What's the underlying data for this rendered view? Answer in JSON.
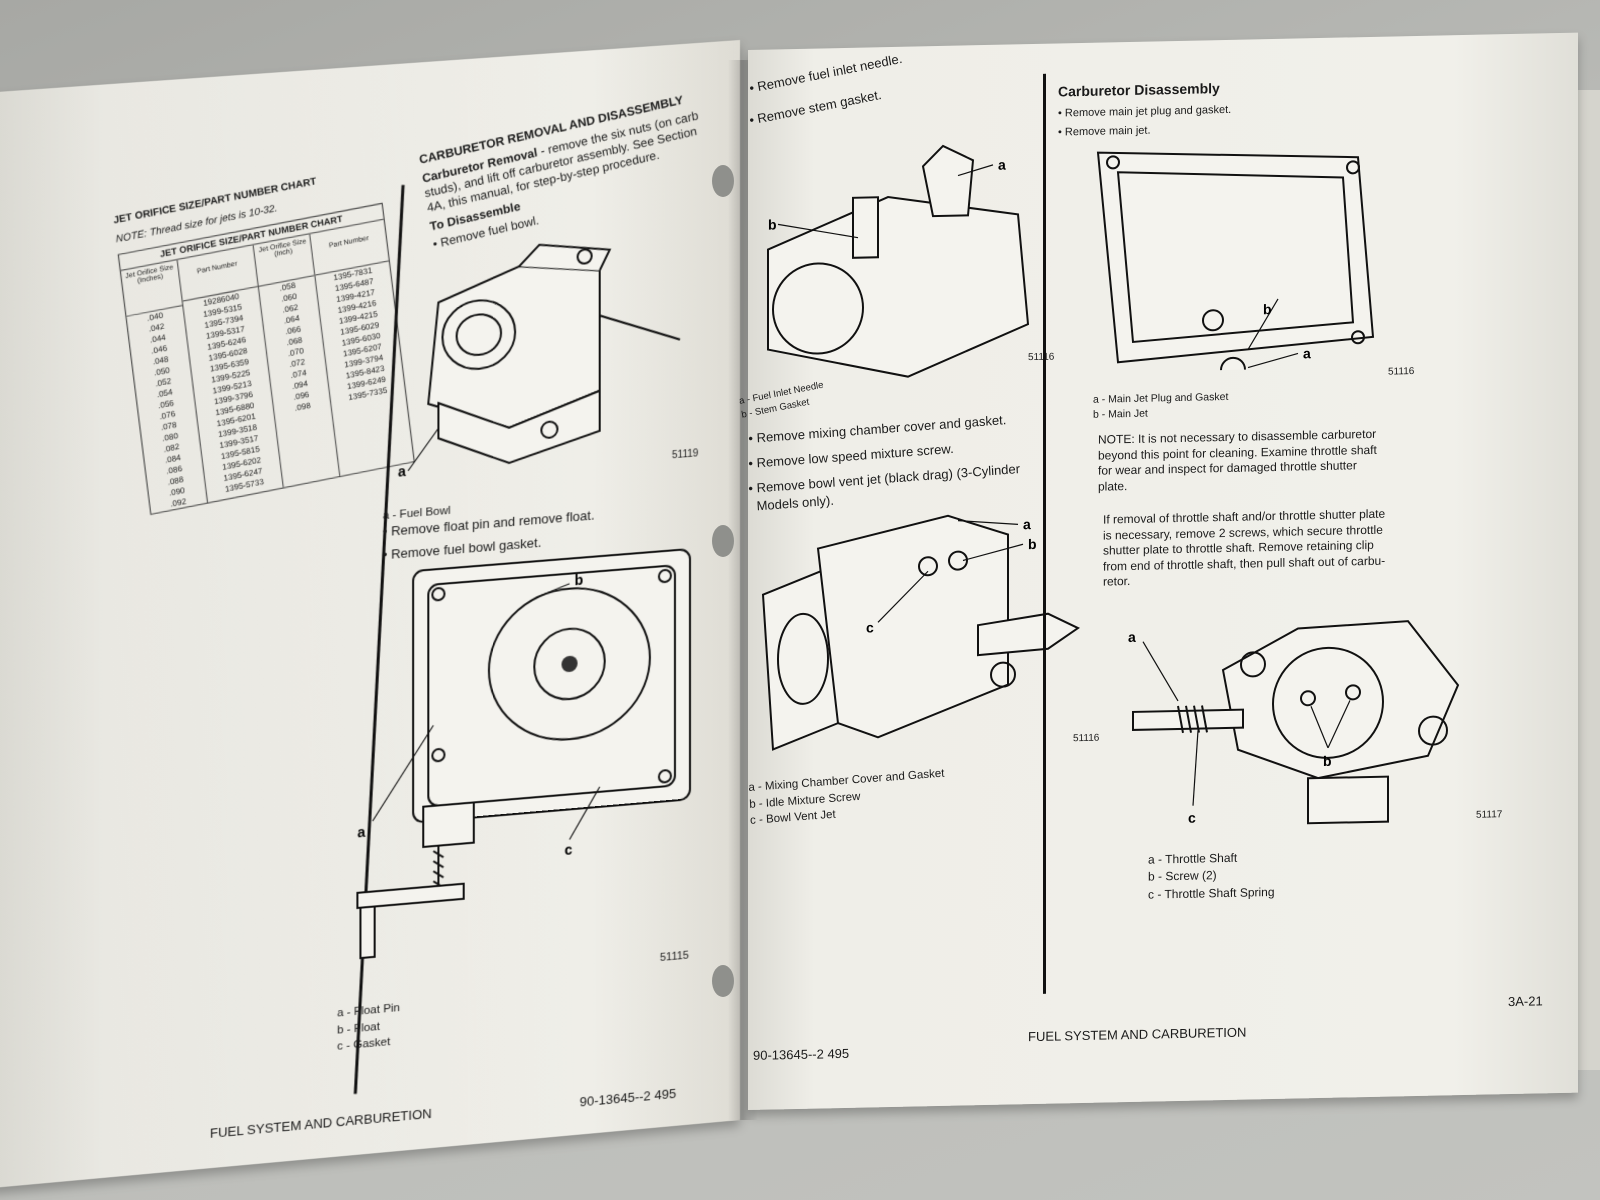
{
  "left_page": {
    "chart": {
      "title": "JET ORIFICE SIZE/PART NUMBER CHART",
      "note": "NOTE: Thread size for jets is 10-32.",
      "table_title": "JET ORIFICE SIZE/PART NUMBER CHART",
      "headers": [
        "Jet Orifice Size (Inches)",
        "Part Number",
        "Jet Orifice Size (Inch)",
        "Part Number"
      ],
      "col1": [
        ".040",
        ".042",
        ".044",
        ".046",
        ".048",
        ".050",
        ".052",
        ".054",
        ".056",
        ".076",
        ".078",
        ".080",
        ".082",
        ".084",
        ".086",
        ".088",
        ".090",
        ".092"
      ],
      "col2": [
        "19286040",
        "1399-5315",
        "1395-7394",
        "1399-5317",
        "1395-6246",
        "1395-6028",
        "1395-6359",
        "1399-5225",
        "1399-5213",
        "1399-3796",
        "1395-6880",
        "1395-6201",
        "1399-3518",
        "1399-3517",
        "1395-5815",
        "1395-6202",
        "1395-6247",
        "1395-5733"
      ],
      "col3": [
        ".058",
        ".060",
        ".062",
        ".064",
        ".066",
        ".068",
        ".070",
        ".072",
        ".074",
        ".094",
        ".096",
        ".098"
      ],
      "col4": [
        "1395-7831",
        "1395-6487",
        "1399-4217",
        "1399-4216",
        "1399-4215",
        "1395-6029",
        "1395-6030",
        "1395-6207",
        "1399-3794",
        "1395-8423",
        "1399-6249",
        "1395-7335"
      ]
    },
    "section_title": "CARBURETOR REMOVAL AND DISASSEMBLY",
    "removal_label": "Carburetor Removal",
    "removal_text_1": " - remove the six nuts (on carb",
    "removal_text_2": "studs), and lift off carburetor assembly. See Section",
    "removal_text_3": "4A, this manual, for step-by-step procedure.",
    "disassemble_heading": "To Disassemble",
    "step1": "Remove fuel bowl.",
    "fig1_number": "51119",
    "fig1_caption": "a - Fuel Bowl",
    "step2": "Remove float pin and remove float.",
    "step3": "Remove fuel bowl gasket.",
    "fig2_number": "51115",
    "fig2_captions": [
      "a - Float Pin",
      "b - Float",
      "c - Gasket"
    ],
    "footer_title": "FUEL SYSTEM AND CARBURETION",
    "footer_code": "90-13645--2  495"
  },
  "right_page": {
    "step4": "Remove fuel inlet needle.",
    "step5": "Remove stem gasket.",
    "fig3_number": "51116",
    "fig3_captions": [
      "a - Fuel Inlet Needle",
      "b - Stem Gasket"
    ],
    "step6": "Remove mixing chamber cover and gasket.",
    "step7": "Remove low speed mixture screw.",
    "step8_1": "Remove bowl vent jet (black drag) (3-Cylinder",
    "step8_2": "Models only).",
    "fig4_number": "51116",
    "fig4_captions": [
      "a - Mixing Chamber Cover and Gasket",
      "b - Idle Mixture Screw",
      "c - Bowl Vent Jet"
    ],
    "section2_title": "Carburetor Disassembly",
    "step9": "Remove main jet plug and gasket.",
    "step10": "Remove main jet.",
    "fig5_number": "51116",
    "fig5_captions": [
      "a - Main Jet Plug and Gasket",
      "b - Main Jet"
    ],
    "note_lines": [
      "NOTE: It is not necessary to disassemble carburetor",
      "beyond this point for cleaning. Examine throttle shaft",
      "for wear and inspect for damaged throttle shutter",
      "plate."
    ],
    "para_lines": [
      "If removal of throttle shaft and/or throttle shutter plate",
      "is necessary, remove 2 screws, which secure throttle",
      "shutter plate to throttle shaft. Remove retaining clip",
      "from end of throttle shaft, then pull shaft out of carbu-",
      "retor."
    ],
    "fig6_number": "51117",
    "fig6_captions": [
      "a - Throttle Shaft",
      "b - Screw (2)",
      "c - Throttle Shaft Spring"
    ],
    "footer_code": "90-13645--2  495",
    "footer_title": "FUEL SYSTEM AND CARBURETION",
    "page_number": "3A-21"
  },
  "labels": {
    "a": "a",
    "b": "b",
    "c": "c"
  }
}
